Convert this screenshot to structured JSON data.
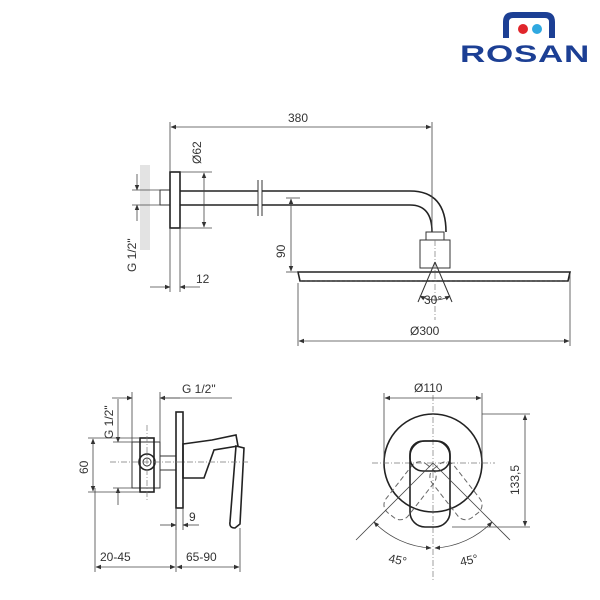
{
  "brand": {
    "name": "ROSAN",
    "colors": {
      "primary": "#1c3f94",
      "dot_red": "#e0252b",
      "dot_blue": "#2fa8e0"
    }
  },
  "head_view": {
    "arm_length": "380",
    "flange_diameter": "Ø62",
    "thread": "G 1/2\"",
    "flange_depth": "12",
    "drop_height": "90",
    "spray_angle": "30°",
    "head_diameter": "Ø300"
  },
  "mixer_side_view": {
    "thread_vertical": "G 1/2\"",
    "thread_horizontal": "G 1/2\"",
    "body_height": "60",
    "plate_gap": "9",
    "wall_depth_range": "20-45",
    "handle_depth_range": "65-90"
  },
  "mixer_front_view": {
    "plate_diameter": "Ø110",
    "total_height": "133,5",
    "rotation_left": "45°",
    "rotation_right": "45°"
  }
}
